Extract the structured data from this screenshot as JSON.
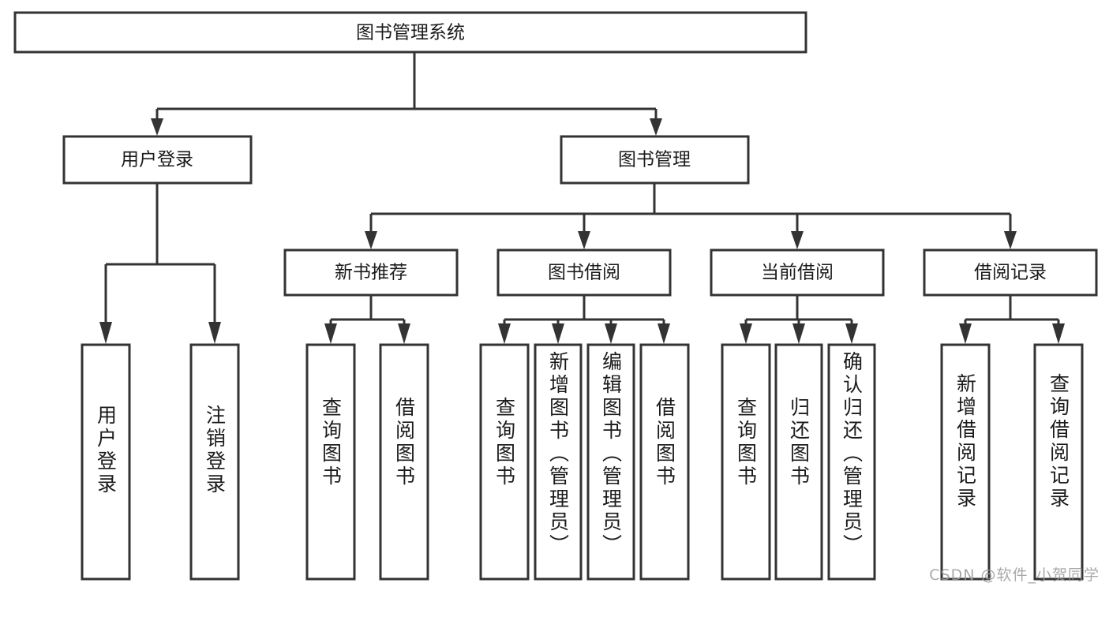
{
  "diagram": {
    "type": "tree",
    "title": "图书管理系统",
    "orientation": "top-down",
    "colors": {
      "box_fill": "#ffffff",
      "box_stroke": "#333333",
      "text": "#1b1b1b",
      "background": "#ffffff",
      "watermark": "#9a9a9a"
    },
    "root": {
      "label": "图书管理系统"
    },
    "level2": [
      {
        "label": "用户登录"
      },
      {
        "label": "图书管理"
      }
    ],
    "level3": [
      {
        "label": "新书推荐"
      },
      {
        "label": "图书借阅"
      },
      {
        "label": "当前借阅"
      },
      {
        "label": "借阅记录"
      }
    ],
    "leaves": {
      "user_login": [
        {
          "label": "用户登录"
        },
        {
          "label": "注销登录"
        }
      ],
      "new_book_recommend": [
        {
          "label": "查询图书"
        },
        {
          "label": "借阅图书"
        }
      ],
      "book_borrow": [
        {
          "label": "查询图书"
        },
        {
          "label": "新增图书（管理员）"
        },
        {
          "label": "编辑图书（管理员）"
        },
        {
          "label": "借阅图书"
        }
      ],
      "current_borrow": [
        {
          "label": "查询图书"
        },
        {
          "label": "归还图书"
        },
        {
          "label": "确认归还（管理员）"
        }
      ],
      "borrow_record": [
        {
          "label": "新增借阅记录"
        },
        {
          "label": "查询借阅记录"
        }
      ]
    }
  },
  "watermark": {
    "text": "CSDN @软件_小贺同学"
  }
}
